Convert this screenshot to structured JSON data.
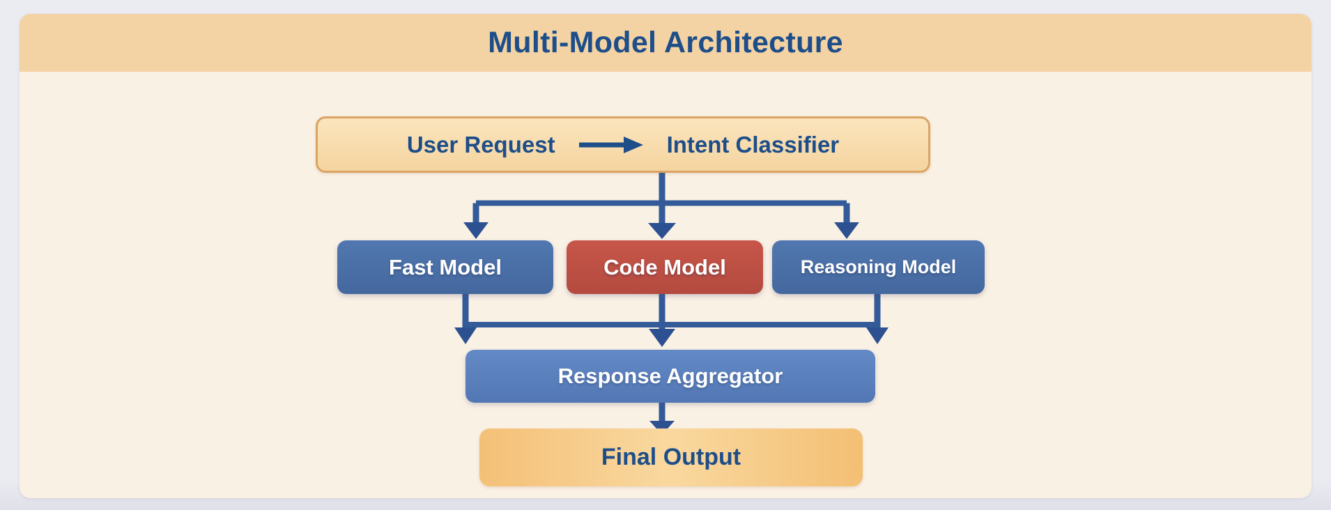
{
  "diagram": {
    "title": "Multi-Model Architecture",
    "nodes": {
      "user_request": {
        "label": "User Request"
      },
      "intent_classifier": {
        "label": "Intent Classifier"
      },
      "fast_model": {
        "label": "Fast Model",
        "color": "#4a6ea7"
      },
      "code_model": {
        "label": "Code Model",
        "color": "#bf4f44"
      },
      "reasoning_model": {
        "label": "Reasoning Model",
        "color": "#4a6ea7"
      },
      "response_aggregator": {
        "label": "Response Aggregator",
        "color": "#5b83c0"
      },
      "final_output": {
        "label": "Final Output",
        "color": "#f5c78a"
      }
    },
    "edges": [
      {
        "from": "user_request",
        "to": "intent_classifier"
      },
      {
        "from": "intent_classifier",
        "to": "fast_model"
      },
      {
        "from": "intent_classifier",
        "to": "code_model"
      },
      {
        "from": "intent_classifier",
        "to": "reasoning_model"
      },
      {
        "from": "fast_model",
        "to": "response_aggregator"
      },
      {
        "from": "code_model",
        "to": "response_aggregator"
      },
      {
        "from": "reasoning_model",
        "to": "response_aggregator"
      },
      {
        "from": "response_aggregator",
        "to": "final_output"
      }
    ],
    "colors": {
      "page_background": "#ebebf2",
      "card_background": "#faf1e5",
      "header_background": "#f3d2a3",
      "title_text": "#1d4e89",
      "peach_box_fill": "#f7dbab",
      "peach_box_border": "#daa464",
      "arrow": "#2d5190"
    }
  }
}
